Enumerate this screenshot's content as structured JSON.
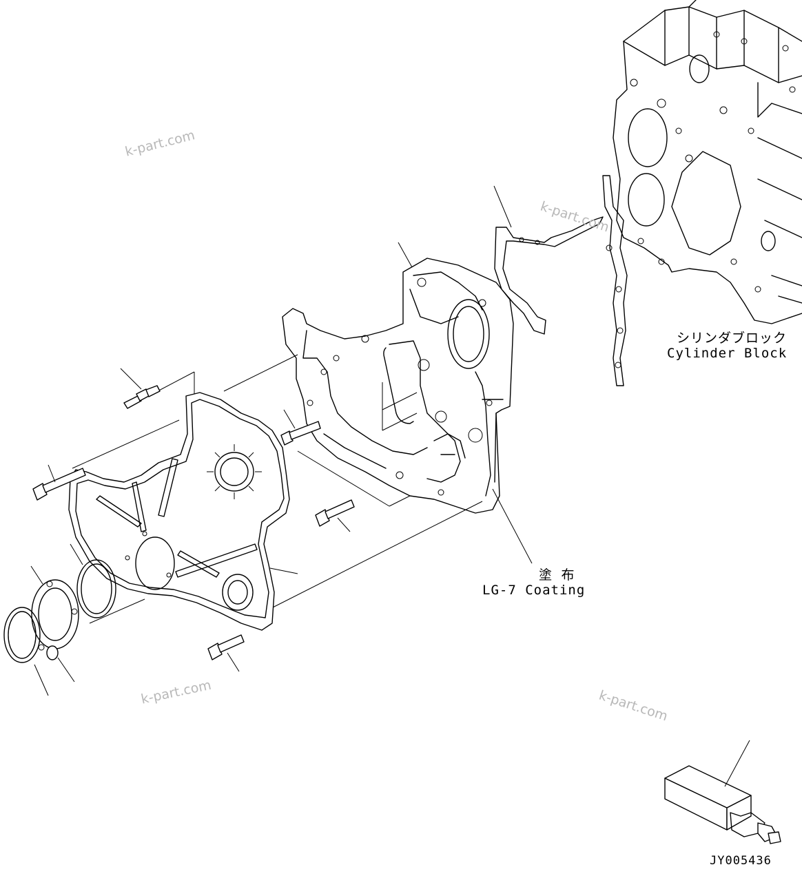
{
  "labels": {
    "cylinder_block_jp": "シリンダブロック",
    "cylinder_block_en": "Cylinder Block",
    "coating_jp": "塗 布",
    "coating_en": "LG-7 Coating",
    "drawing_number": "JY005436"
  },
  "watermarks": [
    "k-part.com",
    "k-part.com",
    "k-part.com",
    "k-part.com"
  ]
}
